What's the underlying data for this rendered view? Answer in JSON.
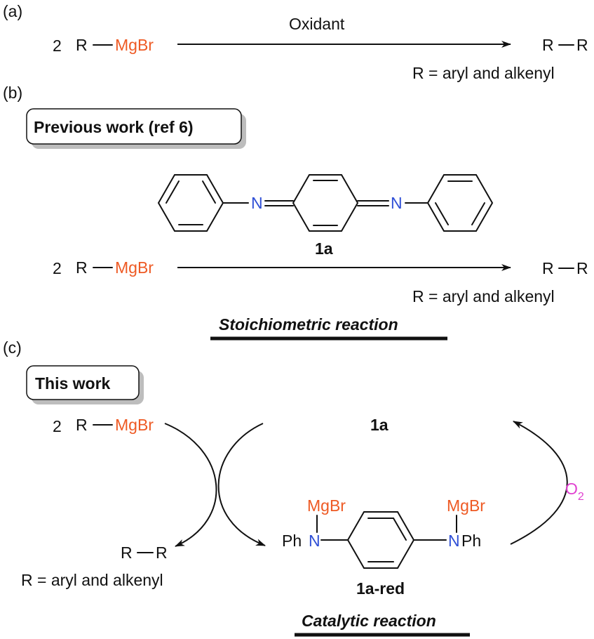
{
  "panels": {
    "a": {
      "label": "(a)",
      "coefficient": "2",
      "reagent_r": "R",
      "reagent_mgbr": "MgBr",
      "arrow_label": "Oxidant",
      "product_r1": "R",
      "product_r2": "R",
      "product_note": "R = aryl and alkenyl"
    },
    "b": {
      "label": "(b)",
      "box_label": "Previous work (ref 6)",
      "imine_n_left": "N",
      "imine_n_right": "N",
      "compound_label": "1a",
      "coefficient": "2",
      "reagent_r": "R",
      "reagent_mgbr": "MgBr",
      "product_r1": "R",
      "product_r2": "R",
      "product_note": "R = aryl and alkenyl",
      "caption": "Stoichiometric reaction"
    },
    "c": {
      "label": "(c)",
      "box_label": "This work",
      "coefficient": "2",
      "reagent_r": "R",
      "reagent_mgbr": "MgBr",
      "catalyst_label": "1a",
      "product_r1": "R",
      "product_r2": "R",
      "product_note": "R = aryl and alkenyl",
      "oxidant": "O",
      "oxidant_subscript": "2",
      "mgbr_left": "MgBr",
      "mgbr_right": "MgBr",
      "ph_left": "Ph",
      "n_left": "N",
      "n_right": "N",
      "ph_right": "Ph",
      "reduced_label": "1a-red",
      "caption": "Catalytic reaction"
    }
  },
  "colors": {
    "mgbr": "#ee5a24",
    "nitrogen": "#2f4fd6",
    "oxygen": "#e040d0",
    "box_shadow": "#bdbdbd"
  }
}
